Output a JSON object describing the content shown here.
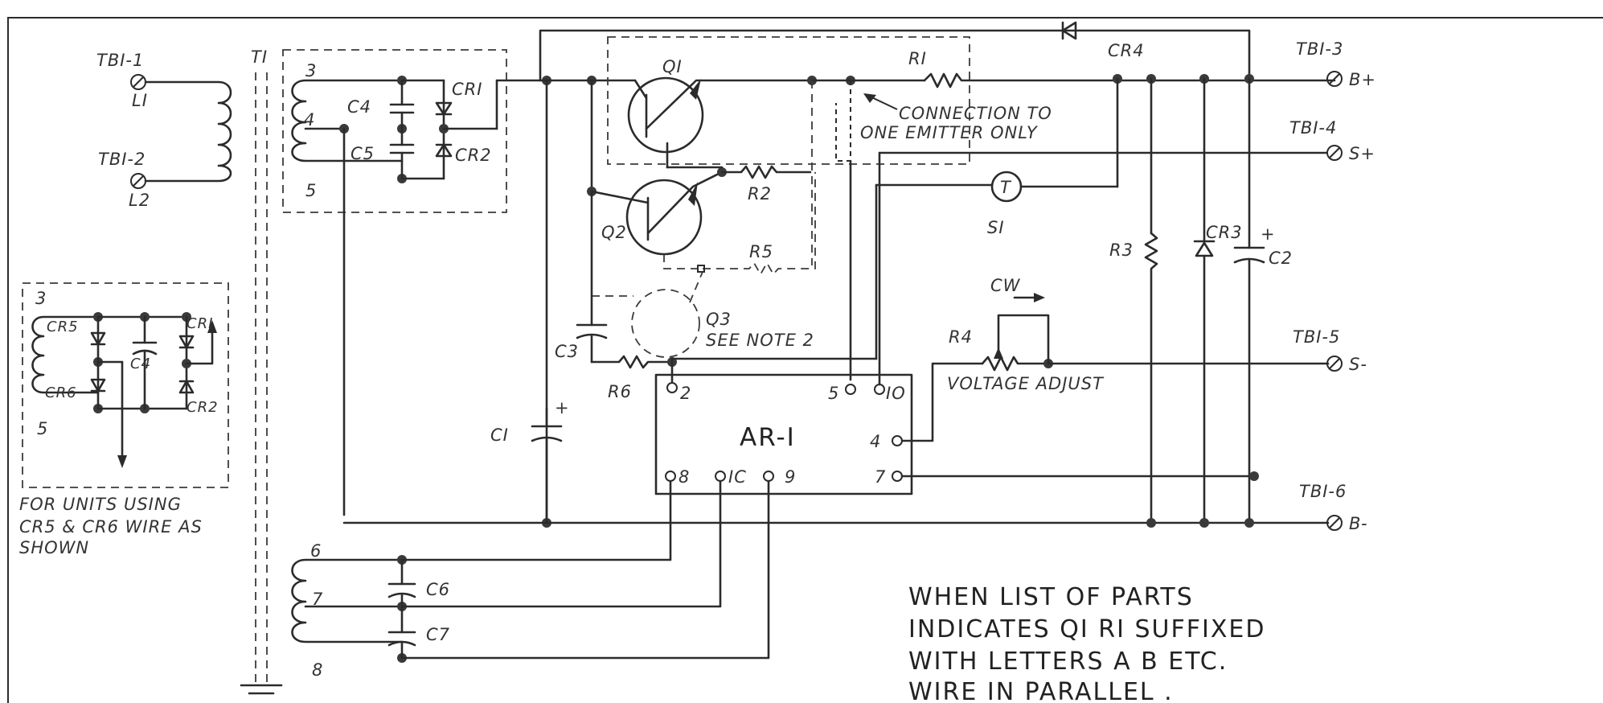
{
  "labels": {
    "tb1_1": "TBI-1",
    "l1": "LI",
    "tb1_2": "TBI-2",
    "l2": "L2",
    "t1": "TI",
    "pin3": "3",
    "pin4": "4",
    "pin5": "5",
    "c4": "C4",
    "c5": "C5",
    "cr1": "CRI",
    "cr2": "CR2",
    "q1": "QI",
    "q2": "Q2",
    "q3": "Q3",
    "see_note": "SEE NOTE 2",
    "r1": "RI",
    "r2": "R2",
    "r5": "R5",
    "r6": "R6",
    "cr4": "CR4",
    "c3": "C3",
    "c1": "CI",
    "plus": "+",
    "connection_note_1": "CONNECTION TO",
    "connection_note_2": "ONE EMITTER ONLY",
    "tb1_3": "TBI-3",
    "b_plus": "B+",
    "tb1_4": "TBI-4",
    "s_plus": "S+",
    "s1": "SI",
    "s1_symbol": "T",
    "r3": "R3",
    "cr3": "CR3",
    "c2": "C2",
    "cw": "CW",
    "r4": "R4",
    "voltage_adjust": "VOLTAGE ADJUST",
    "tb1_5": "TBI-5",
    "s_minus": "S-",
    "tb1_6": "TBI-6",
    "b_minus": "B-",
    "ar1": "AR-I",
    "ar_pin2": "2",
    "ar_pin5": "5",
    "ar_pin10": "IO",
    "ar_pin4": "4",
    "ar_pin7": "7",
    "ar_pin8": "8",
    "ar_pin10b": "IC",
    "ar_pin9": "9",
    "inset_3": "3",
    "inset_5": "5",
    "inset_cr5": "CR5",
    "inset_cr6": "CR6",
    "inset_c4": "C4",
    "inset_cr1": "CRI",
    "inset_cr2": "CR2",
    "inset_note_1": "FOR UNITS USING",
    "inset_note_2": "CR5 & CR6 WIRE AS",
    "inset_note_3": "SHOWN",
    "pin6": "6",
    "pin7": "7",
    "pin8": "8",
    "c6": "C6",
    "c7": "C7",
    "note_line_1": "WHEN LIST OF PARTS",
    "note_line_2": "INDICATES QI RI SUFFIXED",
    "note_line_3": "WITH LETTERS A B ETC.",
    "note_line_4": "WIRE IN PARALLEL ."
  },
  "colors": {
    "ink": "#2b2b2b",
    "paper": "#ffffff"
  }
}
